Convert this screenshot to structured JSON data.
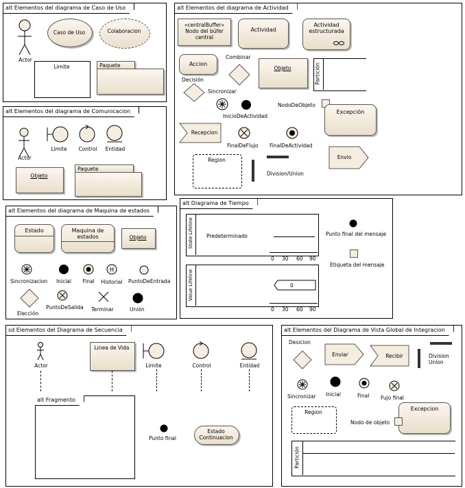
{
  "use_case": {
    "title": "alt Elementos del diagrama de Caso de Uso",
    "actor": "Actor",
    "use_case": "Caso de Uso",
    "collaboration": "Colaboracion",
    "boundary": "Limite",
    "package": "Paquete"
  },
  "communication": {
    "title": "alt Elementos del diagrama de Comunicacion",
    "actor": "Actor",
    "boundary": "Limite",
    "control": "Control",
    "entity": "Entidad",
    "object": "Objeto",
    "package": "Paquete"
  },
  "activity": {
    "title": "alt Elementos del diagrama de Actividad",
    "central_buffer_stereotype": "«centralBuffer»",
    "central_buffer_name": "Nodo del búfer central",
    "activity": "Actividad",
    "structured_activity": "Actividad estructurada",
    "action": "Accion",
    "merge": "Combinar",
    "decision": "Decisión",
    "object": "Objeto",
    "partition": "Partición",
    "synchronize": "Sincronizar",
    "initial": "InicioDeActividad",
    "object_node": "NodoDeObjeto",
    "exception": "Excepción",
    "receive": "Recepcion",
    "flow_final": "FinalDeFlujo",
    "activity_final": "FinalDeActividad",
    "region": "Region",
    "fork_join": "Division/Union",
    "send": "Envio"
  },
  "state_machine": {
    "title": "alt Elementos del diagrama de Maquina de estados",
    "state": "Estado",
    "state_machine": "Maquina de estados",
    "object": "Objeto",
    "synchronize": "Sincronizacion",
    "initial": "Inicial",
    "final": "Final",
    "history": "Historial",
    "entry_point": "PuntoDeEntrada",
    "choice": "Elección",
    "exit_point": "PuntoDeSalida",
    "terminate": "Terminar",
    "junction": "Unión"
  },
  "timing": {
    "title": "alt Diagrama de Tiempo",
    "state_lifeline": "State Lifeline",
    "state_value": "Predeterminado",
    "value_lifeline": "Value Lifeline",
    "value_value": "0",
    "ticks": [
      "0",
      "30",
      "60",
      "90"
    ],
    "message_endpoint": "Punto final del mensaje",
    "message_label": "Etiqueta del mensaje"
  },
  "sequence": {
    "title": "sd Elementos del Diagrama de Secuencia",
    "actor": "Actor",
    "lifeline": "Linea de Vida",
    "boundary": "Limite",
    "control": "Control",
    "entity": "Entidad",
    "fragment": "alt Fragmento",
    "endpoint": "Punto final",
    "continuation": "Estado Continuacion"
  },
  "interaction_overview": {
    "title": "alt Elementos del Diagrama de Vista Global de Integracion",
    "decision": "Desicion",
    "send": "Enviar",
    "receive": "Recibir",
    "fork_join": "Division Union",
    "synchronize": "Sincronizar",
    "initial": "Inicial",
    "final": "Final",
    "flow_final": "Fujo final",
    "region": "Region",
    "object_node": "Nodo de objeto",
    "exception": "Excepcion",
    "partition": "Partición"
  }
}
